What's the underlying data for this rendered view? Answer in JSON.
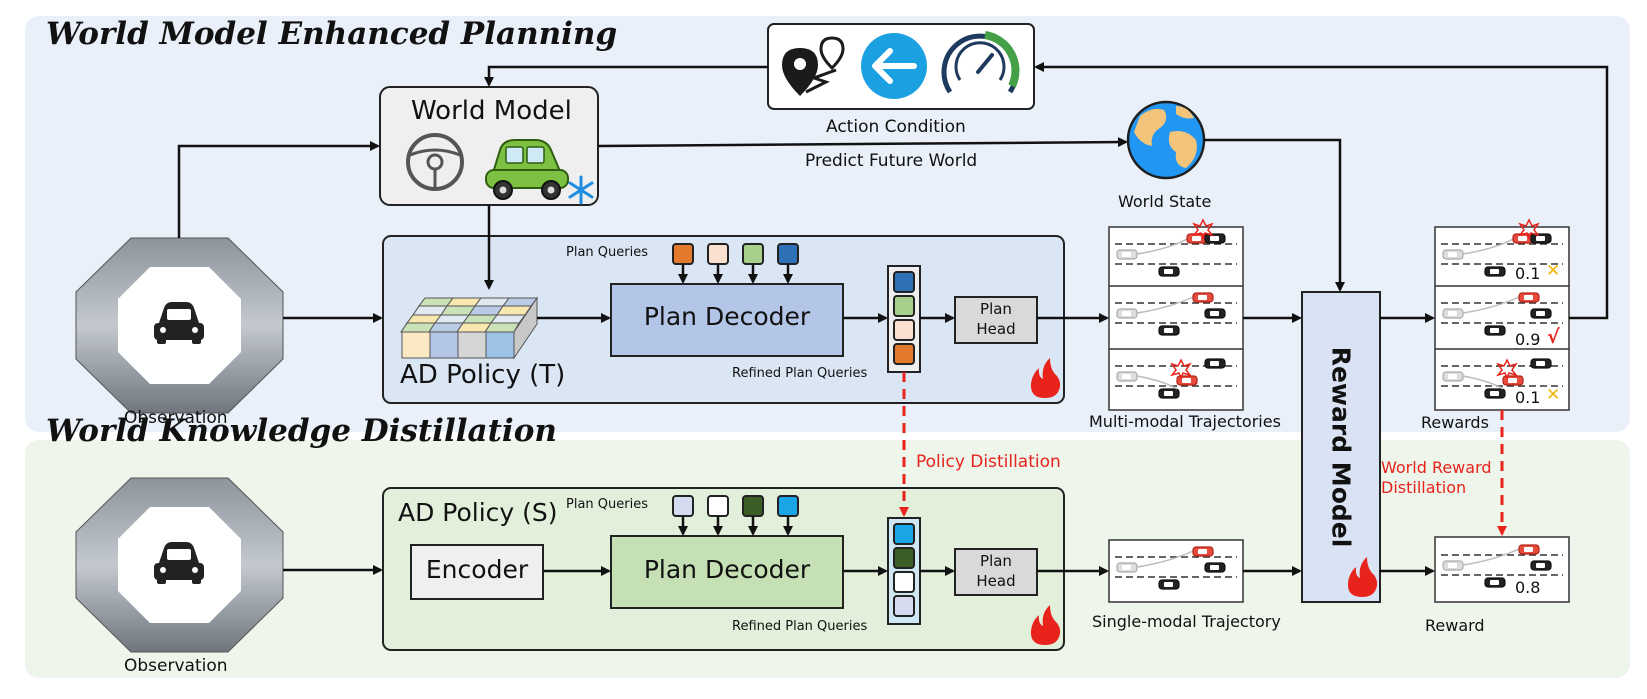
{
  "sections": {
    "top_title": "World Model Enhanced Planning",
    "bottom_title": "World Knowledge Distillation"
  },
  "world_model": {
    "title": "World Model"
  },
  "action_condition": {
    "label": "Action Condition"
  },
  "predict_label": "Predict Future World",
  "world_state": {
    "label": "World State"
  },
  "observation": {
    "top_label": "Observation",
    "bottom_label": "Observation"
  },
  "teacher": {
    "title": "AD Policy (T)",
    "plan_queries_label": "Plan Queries",
    "decoder_label": "Plan Decoder",
    "refined_label": "Refined Plan Queries",
    "plan_head": [
      "Plan",
      "Head"
    ],
    "query_colors": [
      "#e37a2b",
      "#fbe0cf",
      "#a8d08d",
      "#2f6fb3"
    ],
    "refined_colors": [
      "#2f6fb3",
      "#a8d08d",
      "#fbe0cf",
      "#e37a2b"
    ]
  },
  "student": {
    "title": "AD Policy (S)",
    "plan_queries_label": "Plan Queries",
    "encoder_label": "Encoder",
    "decoder_label": "Plan Decoder",
    "refined_label": "Refined Plan Queries",
    "plan_head": [
      "Plan",
      "Head"
    ],
    "query_colors": [
      "#d6dcf0",
      "#ffffff",
      "#3b5e27",
      "#1aa6e6"
    ],
    "refined_colors": [
      "#1aa6e6",
      "#3b5e27",
      "#ffffff",
      "#d6dcf0"
    ]
  },
  "trajectories": {
    "multi_label": "Multi-modal Trajectories",
    "single_label": "Single-modal Trajectory"
  },
  "reward_model": {
    "label": "Reward Model"
  },
  "rewards": {
    "label": "Rewards",
    "values": [
      "0.1",
      "0.9",
      "0.1"
    ],
    "marks": [
      "✕",
      "√",
      "✕"
    ]
  },
  "reward": {
    "label": "Reward",
    "value": "0.8"
  },
  "distillation": {
    "policy": "Policy Distillation",
    "world_reward": [
      "World Reward",
      "Distillation"
    ]
  },
  "colors": {
    "top_panel": "#e9f0f9",
    "bottom_panel": "#eef5ea",
    "distill_red": "#e8231c",
    "decoder_blue": "#b4c6e7",
    "decoder_green": "#c5e0b4",
    "reward_model": "#dae3f3"
  }
}
